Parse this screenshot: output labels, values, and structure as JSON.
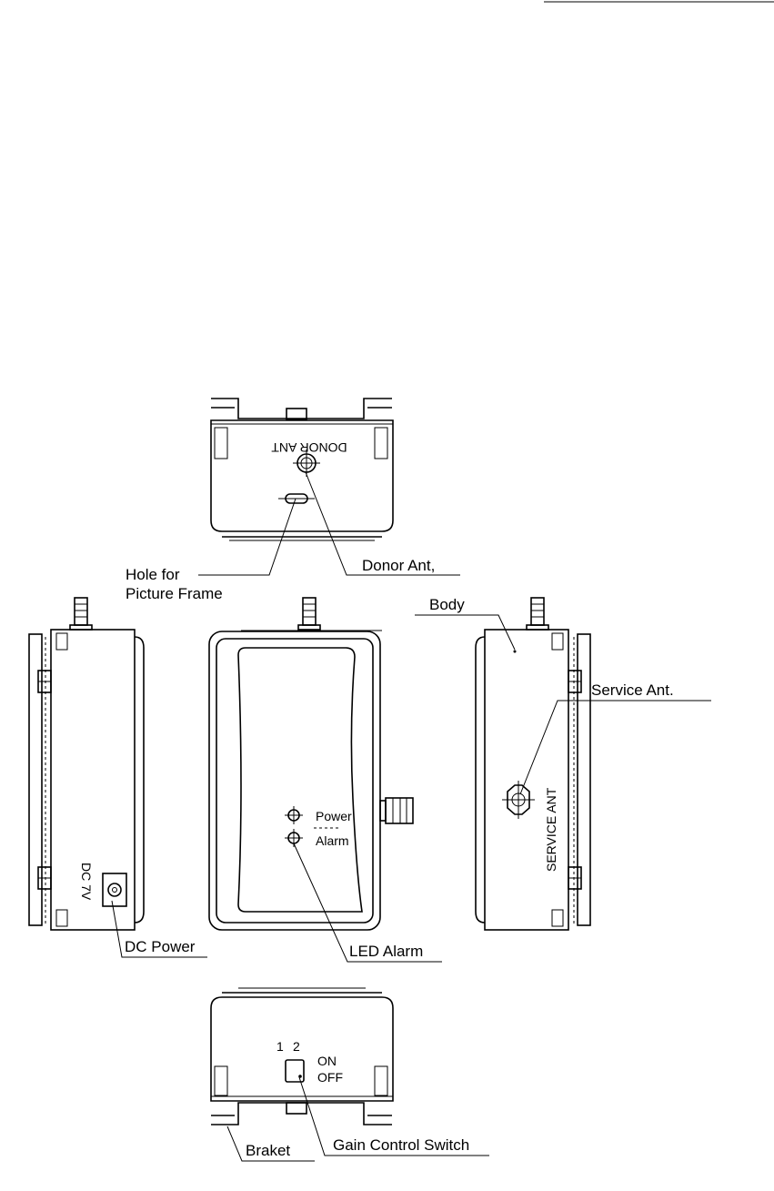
{
  "labels": {
    "donor_ant": "Donor Ant,",
    "hole_line1": "Hole for",
    "hole_line2": "Picture Frame",
    "body": "Body",
    "service_ant": "Service Ant.",
    "dc_power": "DC Power",
    "led_alarm": "LED Alarm",
    "gain_control_switch": "Gain Control Switch",
    "braket": "Braket"
  },
  "device_markings": {
    "donor_ant": "DONOR ANT",
    "service_ant": "SERVICE ANT",
    "dc_voltage": "DC 7V",
    "led_power": "Power",
    "led_alarm": "Alarm",
    "switch_1": "1",
    "switch_2": "2",
    "switch_on": "ON",
    "switch_off": "OFF"
  },
  "colors": {
    "ink": "#000000",
    "background": "#ffffff"
  }
}
